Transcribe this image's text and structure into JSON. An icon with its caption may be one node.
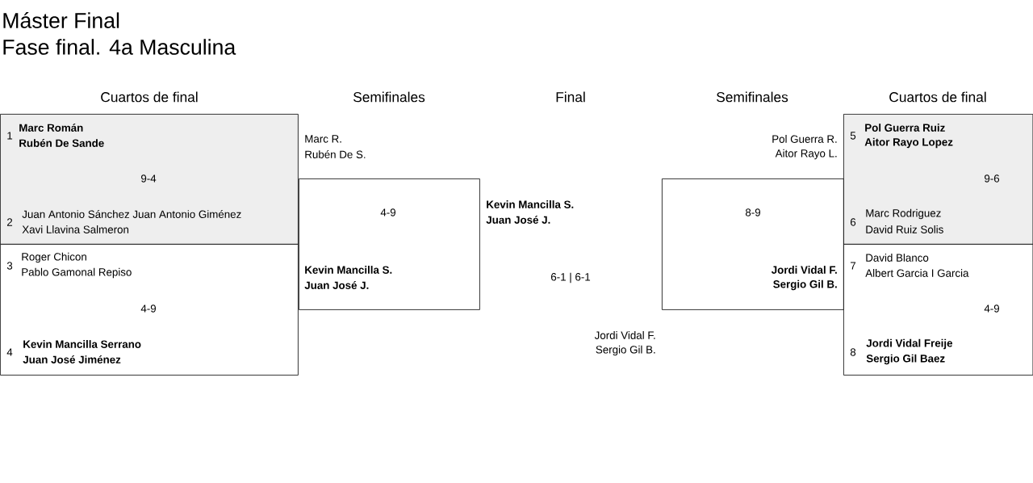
{
  "diagram": {
    "title": "Máster Final",
    "nodes": [
      {
        "text": [
          "1",
          "Marc Román",
          "Rubén De Sande",
          "9-4",
          "2",
          "Juan Antonio Sánchez Juan Antonio Giménez",
          "Xavi Llavina Salmeron"
        ]
      },
      {
        "text": [
          "3",
          "Roger Chicon",
          "Pablo Gamonal Repiso",
          "4-9",
          "4",
          "Kevin Mancilla Serrano",
          "Juan José Jiménez"
        ]
      },
      {
        "text": [
          "Marc R.",
          "Rubén De S.",
          "4-9",
          "Kevin Mancilla S.",
          "Juan José J."
        ]
      },
      {
        "text": [
          "Pol Guerra R.",
          "Aitor Rayo L.",
          "8-9",
          "Jordi Vidal F.",
          "Sergio Gil B."
        ]
      },
      {
        "text": [
          "5",
          "Pol Guerra Ruiz",
          "Aitor Rayo Lopez",
          "9-6",
          "6",
          "Marc Rodriguez",
          "David Ruiz Solis"
        ]
      },
      {
        "text": [
          "7",
          "David Blanco",
          "Albert Garcia I Garcia",
          "4-9",
          "8",
          "Jordi Vidal Freije",
          "Sergio Gil Baez"
        ]
      }
    ],
    "labels": [
      "Fase final. 4a Masculina",
      "Cuartos de final",
      "Semifinales",
      "Final",
      "Semifinales",
      "Cuartos de final",
      "Kevin Mancilla S.",
      "Juan José J.",
      "6-1 | 6-1",
      "Jordi Vidal F.",
      "Sergio Gil B."
    ]
  }
}
